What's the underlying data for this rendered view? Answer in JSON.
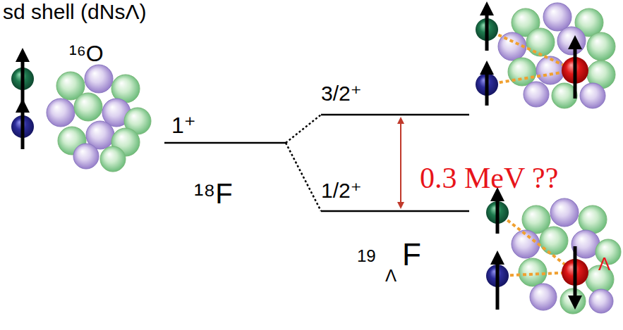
{
  "diagram": {
    "labels": [
      "sd shell (dNsΛ)",
      "¹⁶O",
      "1⁺",
      "¹⁸F",
      "3/2⁺",
      "1/2⁺",
      "0.3 MeV ??",
      "19",
      "Λ",
      "F",
      "Λ"
    ]
  }
}
